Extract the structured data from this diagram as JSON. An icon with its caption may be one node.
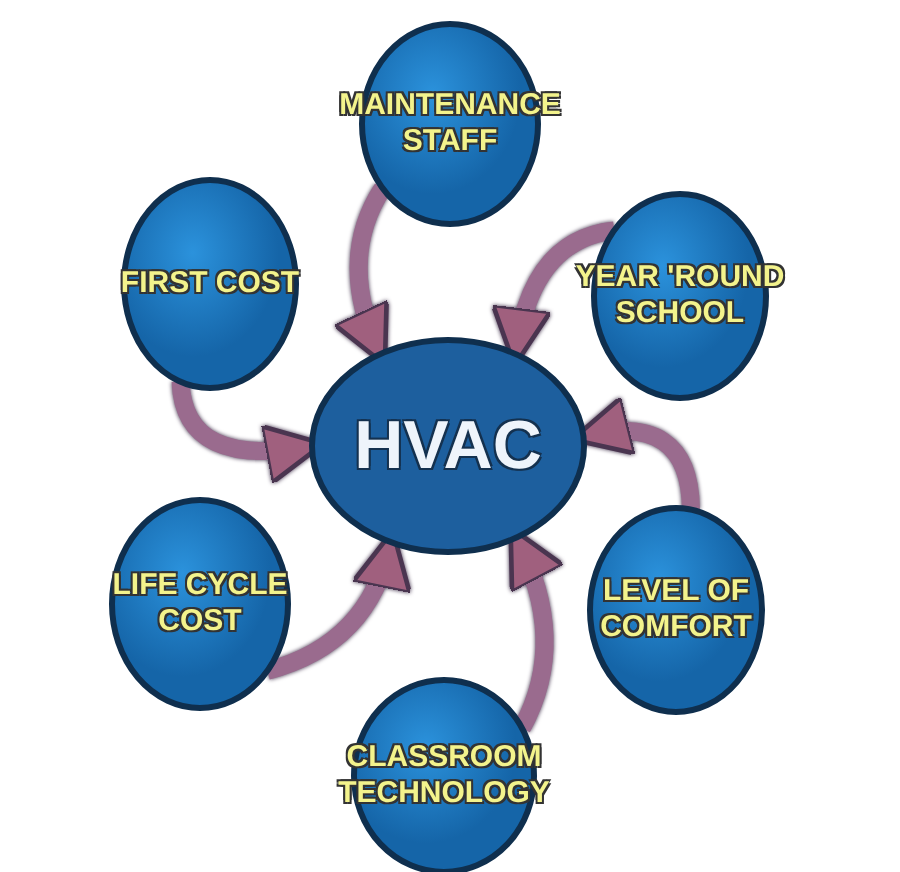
{
  "diagram": {
    "nodes": [
      {
        "text": [
          "HVAC"
        ]
      },
      {
        "text": [
          "MAINTENANCE STAFF"
        ]
      },
      {
        "text": [
          "FIRST COST"
        ]
      },
      {
        "text": [
          "YEAR 'ROUND SCHOOL"
        ]
      },
      {
        "text": [
          "LIFE CYCLE COST"
        ]
      },
      {
        "text": [
          "LEVEL OF COMFORT"
        ]
      },
      {
        "text": [
          "CLASSROOM TECHNOLOGY"
        ]
      }
    ],
    "edges": [
      {
        "from": 1,
        "to": 0,
        "arrow": "to"
      },
      {
        "from": 2,
        "to": 0,
        "arrow": "to"
      },
      {
        "from": 3,
        "to": 0,
        "arrow": "to"
      },
      {
        "from": 4,
        "to": 0,
        "arrow": "to"
      },
      {
        "from": 5,
        "to": 0,
        "arrow": "to"
      },
      {
        "from": 6,
        "to": 0,
        "arrow": "to"
      }
    ]
  }
}
